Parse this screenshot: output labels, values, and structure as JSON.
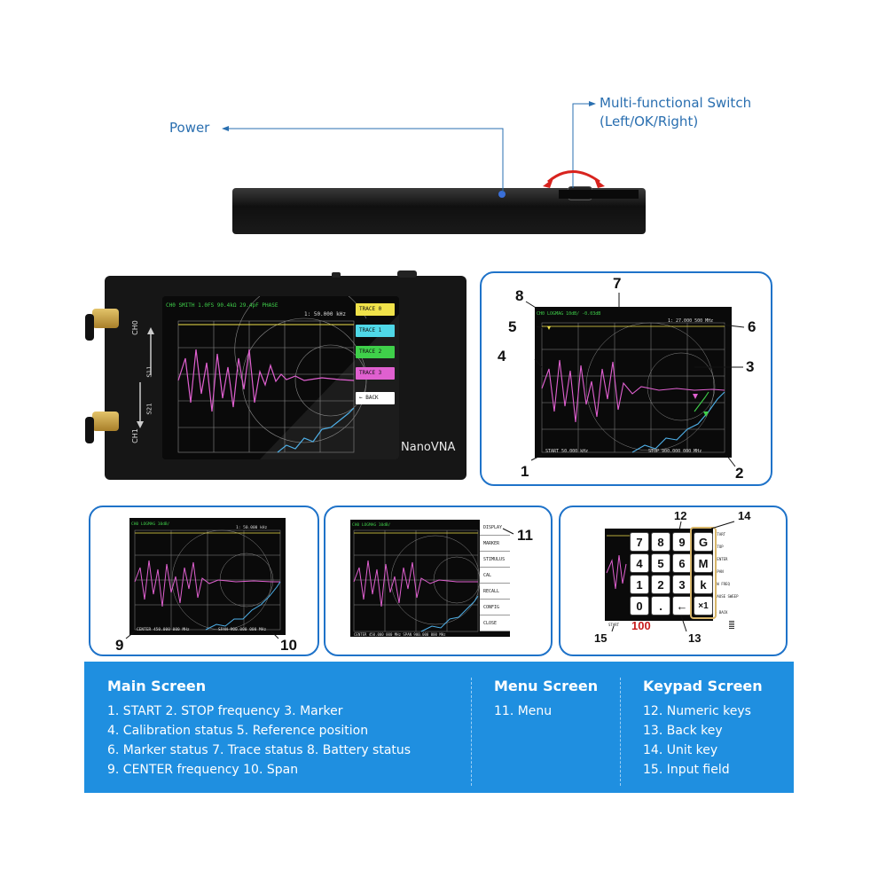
{
  "callouts": {
    "power": "Power",
    "switch_line1": "Multi-functional Switch",
    "switch_line2": "(Left/OK/Right)"
  },
  "device": {
    "brand": "NanoVNA",
    "port_ch0": "CH0",
    "port_ch1": "CH1",
    "port_s11": "S11",
    "port_s21": "S21",
    "trace_buttons": [
      "TRACE 0",
      "TRACE 1",
      "TRACE 2",
      "TRACE 3"
    ],
    "back_label": "← BACK",
    "trace_colors": [
      "#f0e24a",
      "#4fd8e8",
      "#3fd04a",
      "#e060d0"
    ]
  },
  "main_panel": {
    "numbers": [
      "1",
      "2",
      "3",
      "4",
      "5",
      "6",
      "7",
      "8"
    ],
    "start_text": "START 50.000 kHz",
    "stop_text": "STOP 900.000 000 MHz"
  },
  "center_panel": {
    "numbers": [
      "9",
      "10"
    ],
    "center_text": "CENTER 450.000 000 MHz",
    "span_text": "SPAN 900.000 000 MHz"
  },
  "menu_panel": {
    "number": "11",
    "items": [
      "DISPLAY",
      "MARKER",
      "STIMULUS",
      "CAL",
      "RECALL",
      "CONFIG",
      "CLOSE"
    ]
  },
  "keypad_panel": {
    "numbers": [
      "12",
      "13",
      "14",
      "15"
    ],
    "keys": [
      [
        "7",
        "8",
        "9"
      ],
      [
        "4",
        "5",
        "6"
      ],
      [
        "1",
        "2",
        "3"
      ],
      [
        "0",
        "."
      ]
    ],
    "back_key": "←",
    "unit_keys": [
      "G",
      "M",
      "k",
      "×1"
    ],
    "side_items": [
      "START",
      "STOP",
      "CENTER",
      "SPAN",
      "CW FREQ",
      "PAUSE SWEEP",
      "← BACK"
    ],
    "input_label": "START",
    "input_value": "100"
  },
  "info": {
    "main_title": "Main Screen",
    "main_lines": [
      "1. START   2. STOP frequency  3. Marker",
      "4. Calibration status  5. Reference position",
      "6. Marker status  7. Trace status  8. Battery status",
      "9. CENTER frequency  10. Span"
    ],
    "menu_title": "Menu Screen",
    "menu_lines": [
      "11. Menu"
    ],
    "keypad_title": "Keypad Screen",
    "keypad_lines": [
      "12. Numeric keys",
      "13. Back key",
      "14. Unit key",
      "15. Input field"
    ]
  },
  "colors": {
    "accent": "#1f73c9",
    "info_bg": "#1f8fe0",
    "callout_text": "#2a6fb0"
  }
}
